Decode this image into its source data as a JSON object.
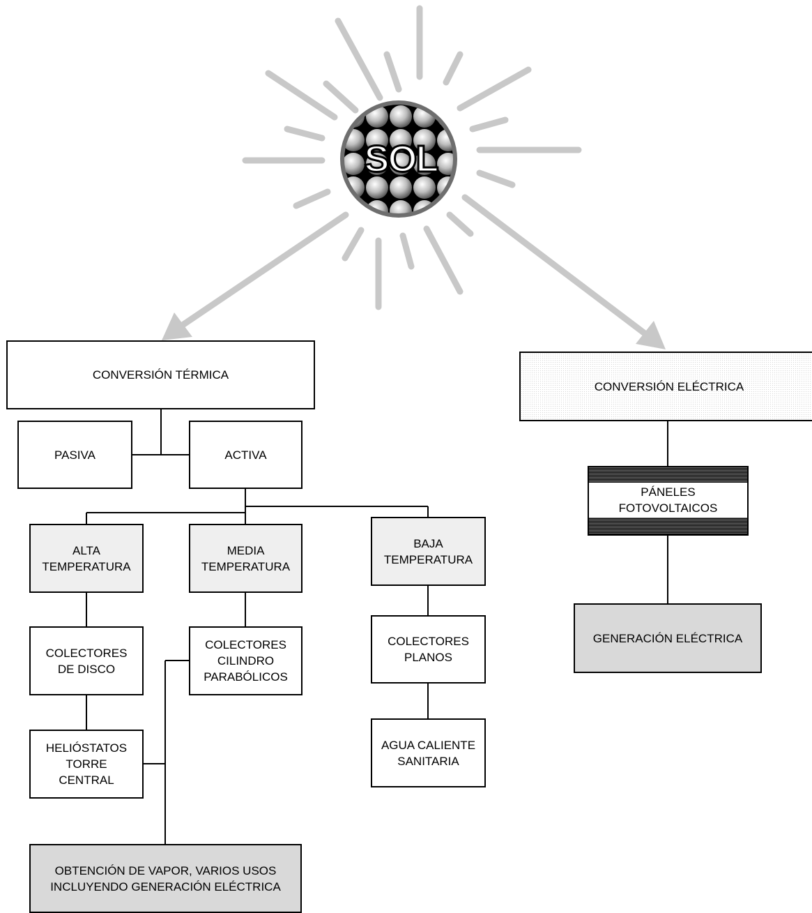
{
  "sun": {
    "label": "SOL"
  },
  "thermal": {
    "title": "CONVERSIÓN TÉRMICA",
    "passive": "PASIVA",
    "active": "ACTIVA",
    "high": {
      "label": "ALTA\nTEMPERATURA",
      "collector": "COLECTORES\nDE DISCO",
      "tower": "HELIÓSTATOS\nTORRE\nCENTRAL"
    },
    "medium": {
      "label": "MEDIA\nTEMPERATURA",
      "collector": "COLECTORES\nCILINDRO\nPARABÓLICOS"
    },
    "low": {
      "label": "BAJA\nTEMPERATURA",
      "collector": "COLECTORES\nPLANOS",
      "use": "AGUA CALIENTE\nSANITARIA"
    },
    "steam": "OBTENCIÓN DE VAPOR, VARIOS USOS\nINCLUYENDO GENERACIÓN ELÉCTRICA"
  },
  "electric": {
    "title": "CONVERSIÓN ELÉCTRICA",
    "panels": "PÁNELES\nFOTOVOLTAICOS",
    "generation": "GENERACIÓN ELÉCTRICA"
  },
  "colors": {
    "ray": "#c8c8c8",
    "line": "#000000",
    "box_light": "#efefef",
    "box_mid": "#d9d9d9"
  }
}
